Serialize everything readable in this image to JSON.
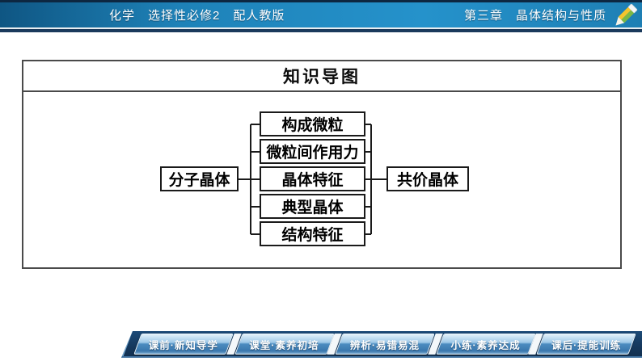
{
  "header": {
    "left_title": "化学　选择性必修2　配人教版",
    "right_chapter": "第三章　晶体结构与性质"
  },
  "content": {
    "title": "知识导图",
    "diagram": {
      "left_node": "分子晶体",
      "right_node": "共价晶体",
      "middle_nodes": [
        "构成微粒",
        "微粒间作用力",
        "晶体特征",
        "典型晶体",
        "结构特征"
      ]
    }
  },
  "footer": {
    "tabs": [
      {
        "label": "课前·新知导学"
      },
      {
        "label": "课堂·素养初培"
      },
      {
        "label": "辨析·易错易混"
      },
      {
        "label": "小练·素养达成"
      },
      {
        "label": "课后·提能训练"
      }
    ]
  },
  "icons": {
    "pencil": "pencil-icon"
  },
  "colors": {
    "header_blue": "#2592cb",
    "navy": "#16395e",
    "tab_blue": "#4c8cc0",
    "box_border": "#1a1a1a",
    "pencil_yellow": "#f5c52c",
    "pencil_green": "#7cb844"
  }
}
